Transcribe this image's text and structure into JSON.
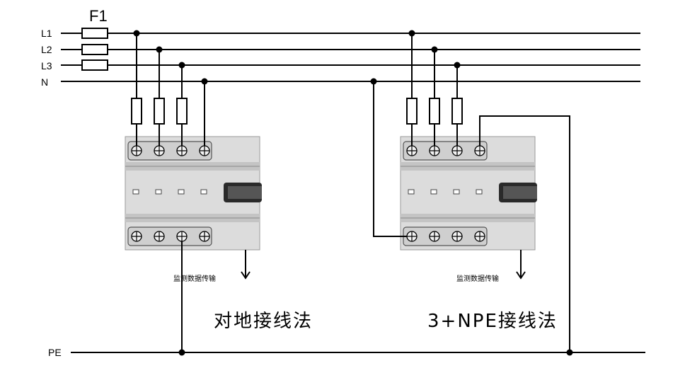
{
  "lines": {
    "l1": "L1",
    "l2": "L2",
    "l3": "L3",
    "n": "N",
    "pe": "PE"
  },
  "fuse_label": "F1",
  "left_device": {
    "caption": "对地接线法",
    "output_label": "监测数据传输"
  },
  "right_device": {
    "caption": "3+NPE接线法",
    "output_label": "监测数据传输"
  },
  "colors": {
    "wire": "#000000",
    "device_body": "#dcdcdc",
    "device_rail": "#c4c4c4",
    "terminal_strip": "#cfcfcf",
    "window": "#2a2a2a"
  }
}
